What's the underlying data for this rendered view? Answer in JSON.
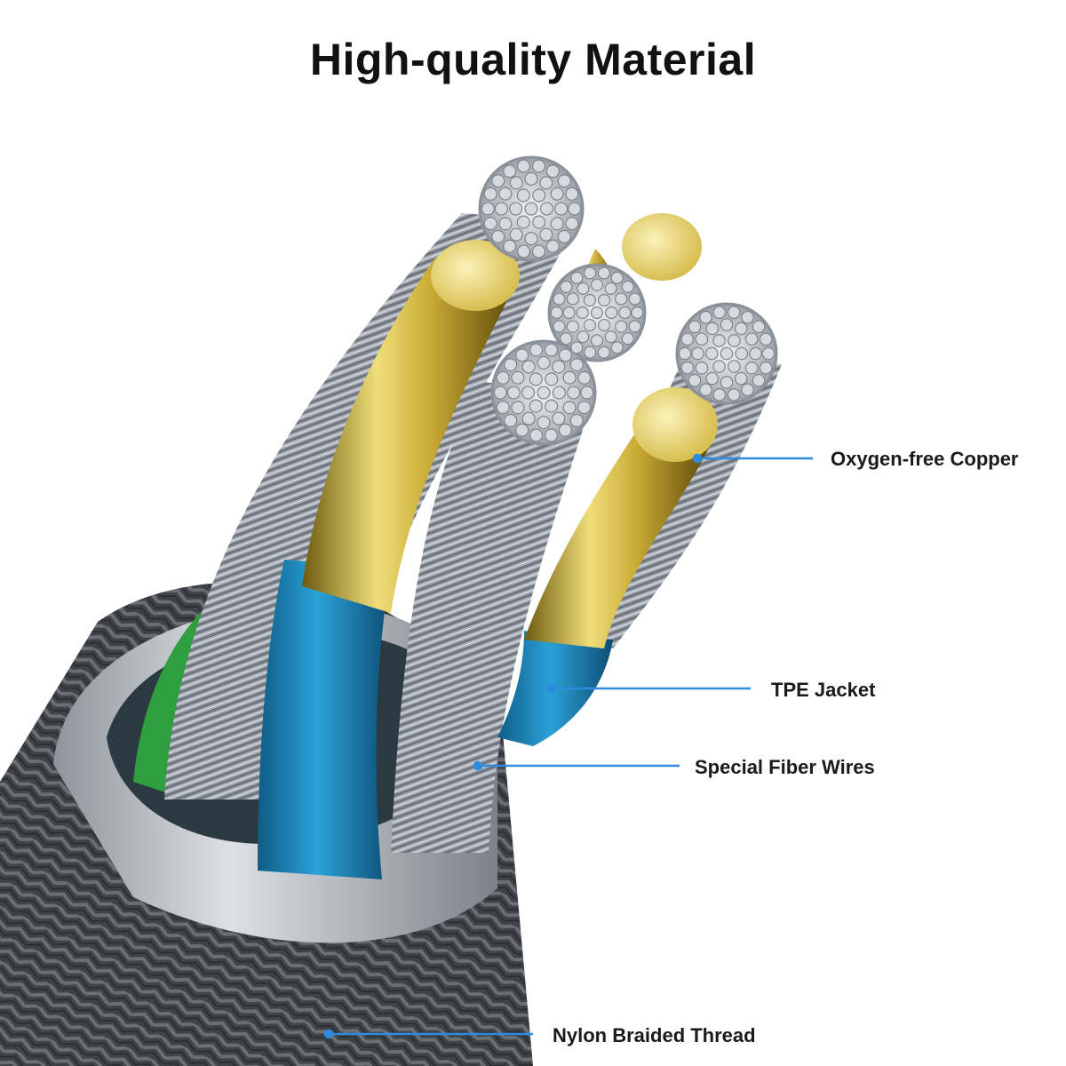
{
  "title": "High-quality Material",
  "callouts": [
    {
      "label": "Oxygen-free Copper"
    },
    {
      "label": "TPE Jacket"
    },
    {
      "label": "Special Fiber Wires"
    },
    {
      "label": "Nylon Braided Thread"
    }
  ],
  "colors": {
    "background": "#ffffff",
    "title_text": "#111111",
    "callout_line": "#2f8be0",
    "copper_core": "#d9c463",
    "tpe_jacket": "#1f8fc4",
    "fiber_wire": "#a9b0b8",
    "braid": "#4a4d52",
    "ferrule": "#b7bcc2",
    "green_wire": "#2e9e3e"
  }
}
